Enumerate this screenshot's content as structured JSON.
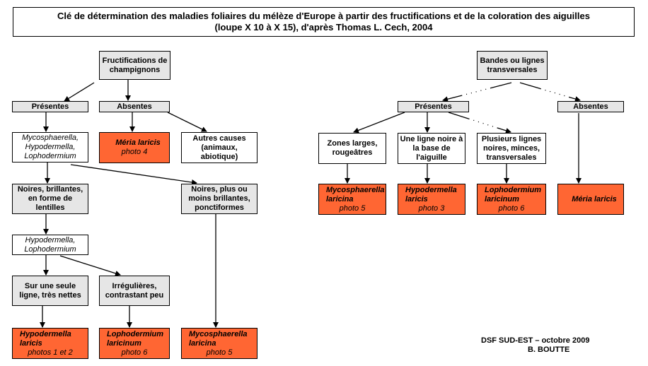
{
  "title": {
    "line1": "Clé de détermination des maladies foliaires du mélèze d'Europe à partir des fructifications et de la coloration des aiguilles",
    "line2": "(loupe X 10 à X 15), d'après Thomas L. Cech, 2004"
  },
  "nodes": {
    "fructifications": {
      "lines": [
        "Fructifications de",
        "champignons"
      ]
    },
    "presentes_left": {
      "lines": [
        "Présentes"
      ]
    },
    "absentes_left": {
      "lines": [
        "Absentes"
      ]
    },
    "genera_three": {
      "lines": [
        "Mycosphaerella,",
        "Hypodermella,",
        "Lophodermium"
      ]
    },
    "meria_left": {
      "species": [
        "Méria laricis"
      ],
      "photo": "photo 4"
    },
    "autres_causes": {
      "lines": [
        "Autres causes",
        "(animaux,",
        "abiotique)"
      ]
    },
    "noires_brillantes": {
      "lines": [
        "Noires, brillantes,",
        "en forme de",
        "lentilles"
      ]
    },
    "noires_ponctiformes": {
      "lines": [
        "Noires, plus ou",
        "moins brillantes,",
        "ponctiformes"
      ]
    },
    "genera_two": {
      "lines": [
        "Hypodermella,",
        "Lophodermium"
      ]
    },
    "seule_ligne": {
      "lines": [
        "Sur une seule",
        "ligne, très nettes"
      ]
    },
    "irregulieres": {
      "lines": [
        "Irrégulières,",
        "contrastant peu"
      ]
    },
    "hypodermella_left": {
      "species": [
        "Hypodermella",
        "laricis"
      ],
      "photo": "photos 1 et 2"
    },
    "lophodermium_left": {
      "species": [
        "Lophodermium",
        "laricinum"
      ],
      "photo": "photo 6"
    },
    "mycosphaerella_left": {
      "species": [
        "Mycosphaerella",
        "laricina"
      ],
      "photo": "photo 5"
    },
    "bandes": {
      "lines": [
        "Bandes ou lignes",
        "transversales"
      ]
    },
    "presentes_right": {
      "lines": [
        "Présentes"
      ]
    },
    "absentes_right": {
      "lines": [
        "Absentes"
      ]
    },
    "zones_larges": {
      "lines": [
        "Zones larges,",
        "rougeâtres"
      ]
    },
    "ligne_noire": {
      "lines": [
        "Une ligne noire à",
        "la base de",
        "l'aiguille"
      ]
    },
    "plusieurs_lignes": {
      "lines": [
        "Plusieurs lignes",
        "noires, minces,",
        "transversales"
      ]
    },
    "mycosphaerella_right": {
      "species": [
        "Mycosphaerella",
        "laricina"
      ],
      "photo": "photo 5"
    },
    "hypodermella_right": {
      "species": [
        "Hypodermella",
        "laricis"
      ],
      "photo": "photo 3"
    },
    "lophodermium_right": {
      "species": [
        "Lophodermium",
        "laricinum"
      ],
      "photo": "photo 6"
    },
    "meria_right": {
      "species": [
        "Méria laricis"
      ]
    }
  },
  "footer": {
    "line1": "DSF SUD-EST – octobre 2009",
    "line2": "B. BOUTTE"
  },
  "colors": {
    "result": "#ff6633",
    "criterion": "#e6e6e6"
  }
}
